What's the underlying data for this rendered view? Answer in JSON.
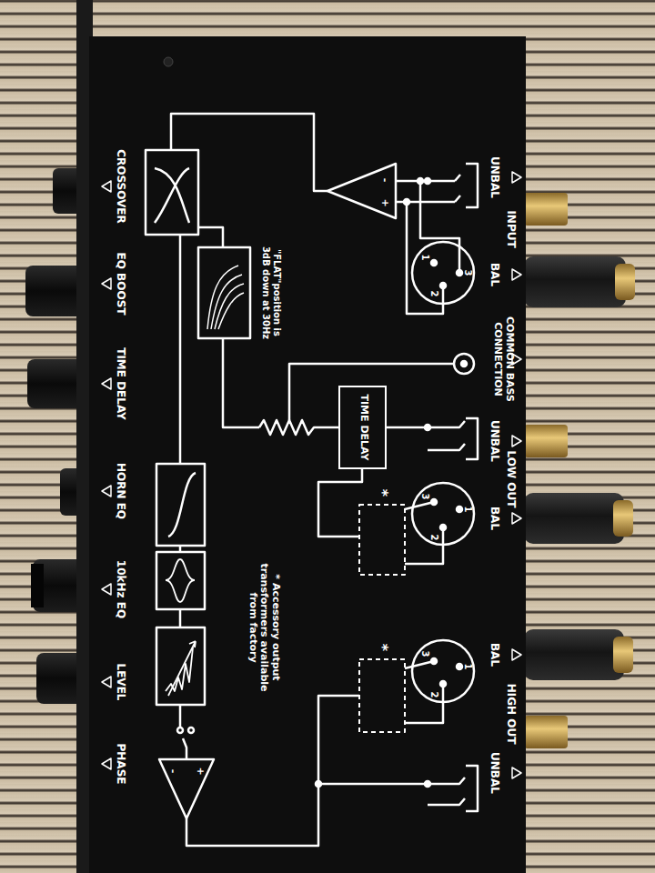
{
  "diagram": {
    "nodes": [
      {
        "text": [
          "TIME DELAY"
        ]
      }
    ],
    "labels": [
      "UNBAL",
      "INPUT",
      "BAL",
      "1",
      "3",
      "2",
      "-",
      "+",
      "COMMON BASS CONNECTION",
      "UNBAL",
      "LOW OUT",
      "BAL",
      "*",
      "3",
      "1",
      "2",
      "\"FLAT\"position is 3dB down at 30Hz",
      "* Accessory output transformers available from factory",
      "BAL",
      "HIGH OUT",
      "UNBAL",
      "*",
      "3",
      "1",
      "2",
      "CROSSOVER",
      "EQ BOOST",
      "TIME DELAY",
      "HORN EQ",
      "10kHz EQ",
      "LEVEL",
      "PHASE",
      "-",
      "+"
    ]
  }
}
